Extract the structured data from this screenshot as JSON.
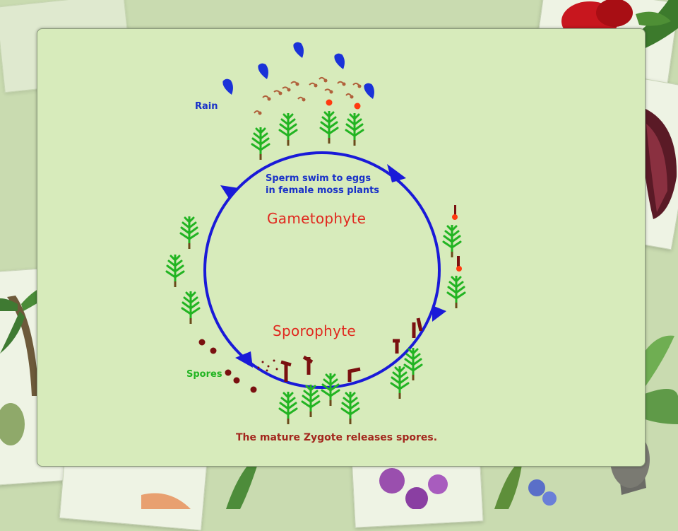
{
  "labels": {
    "rain": "Rain",
    "sperm_swim_line1": "Sperm swim to eggs",
    "sperm_swim_line2": "in female moss plants",
    "gametophyte": "Gametophyte",
    "sporophyte": "Sporophyte",
    "spores": "Spores",
    "caption": "The mature Zygote releases spores."
  },
  "colors": {
    "cycle_line": "#1a1ad8",
    "plant_green": "#22b422",
    "rain_blue": "#1a32d8",
    "stage_red": "#e0281e",
    "spore_brown": "#7a1010",
    "panel_green": "#d7ebbb"
  },
  "icons": {
    "rain": "raindrop-icon",
    "plant": "moss-plant-icon",
    "sperm": "sperm-icon",
    "egg": "egg-icon",
    "spore": "spore-icon",
    "arrow": "arrowhead-icon"
  }
}
